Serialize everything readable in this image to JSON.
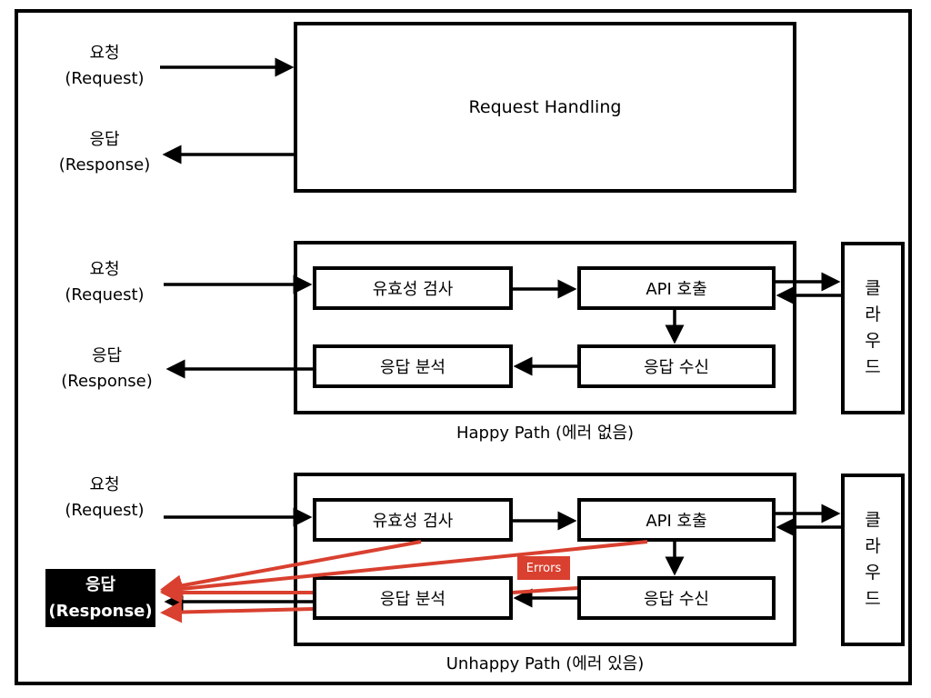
{
  "section1": {
    "request_ko": "요청",
    "request_en": "(Request)",
    "response_ko": "응답",
    "response_en": "(Response)",
    "handler": "Request Handling"
  },
  "section2": {
    "request_ko": "요청",
    "request_en": "(Request)",
    "response_ko": "응답",
    "response_en": "(Response)",
    "validate": "유효성 검사",
    "api_call": "API 호출",
    "receive": "응답 수신",
    "parse": "응답 분석",
    "cloud": [
      "클",
      "라",
      "우",
      "드"
    ],
    "caption": "Happy Path (에러 없음)"
  },
  "section3": {
    "request_ko": "요청",
    "request_en": "(Request)",
    "response_ko": "응답",
    "response_en": "(Response)",
    "validate": "유효성 검사",
    "api_call": "API 호출",
    "receive": "응답 수신",
    "parse": "응답 분석",
    "cloud": [
      "클",
      "라",
      "우",
      "드"
    ],
    "errors": "Errors",
    "caption": "Unhappy Path (에러 있음)"
  },
  "colors": {
    "error": "#d9402f",
    "line": "#000000"
  }
}
